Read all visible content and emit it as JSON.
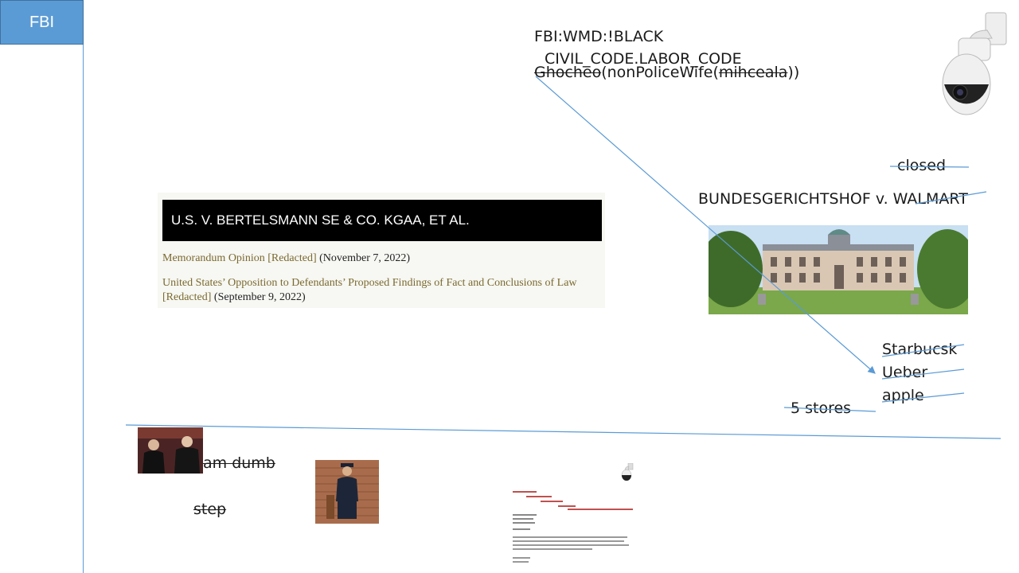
{
  "sidebar": {
    "tab_label": "FBI"
  },
  "header_text": {
    "line1": "FBI:WMD:!BLACK",
    "line2": "CIVIL_CODE.LABOR_CODE",
    "line3_strike": "Ghocheo",
    "line3_mid": "(nonPoliceWife(",
    "line3_strike2": "mihceala",
    "line3_end": "))"
  },
  "case": {
    "title": "U.S. V. BERTELSMANN SE & CO. KGAA, ET AL.",
    "doc1_link": "Memorandum Opinion [Redacted]",
    "doc1_date": "(November 7, 2022)",
    "doc2_link_a": "United States’ Opposition to Defendants’ Proposed Findings of Fact and Conclusions of Law",
    "doc2_link_b": "[Redacted]",
    "doc2_date": "(September 9, 2022)"
  },
  "right_panel": {
    "closed": "closed",
    "court_title": "BUNDESGERICHTSHOF v. WALMART",
    "stores": [
      "Starbucsk",
      "Ueber",
      "apple"
    ],
    "stores_count": "5 stores"
  },
  "bottom": {
    "dumb_text": "am dumb",
    "step_text": "step"
  },
  "letter": {
    "lines": [
      "nonPoliceWorld",
      "nonPoliceCountry",
      "nonPoliceState",
      "nonPoliceCity",
      "nonPoliceStreet  nonPoliceHome"
    ]
  },
  "colors": {
    "accent": "#5b9bd5",
    "case_link": "#7a6a2f"
  }
}
